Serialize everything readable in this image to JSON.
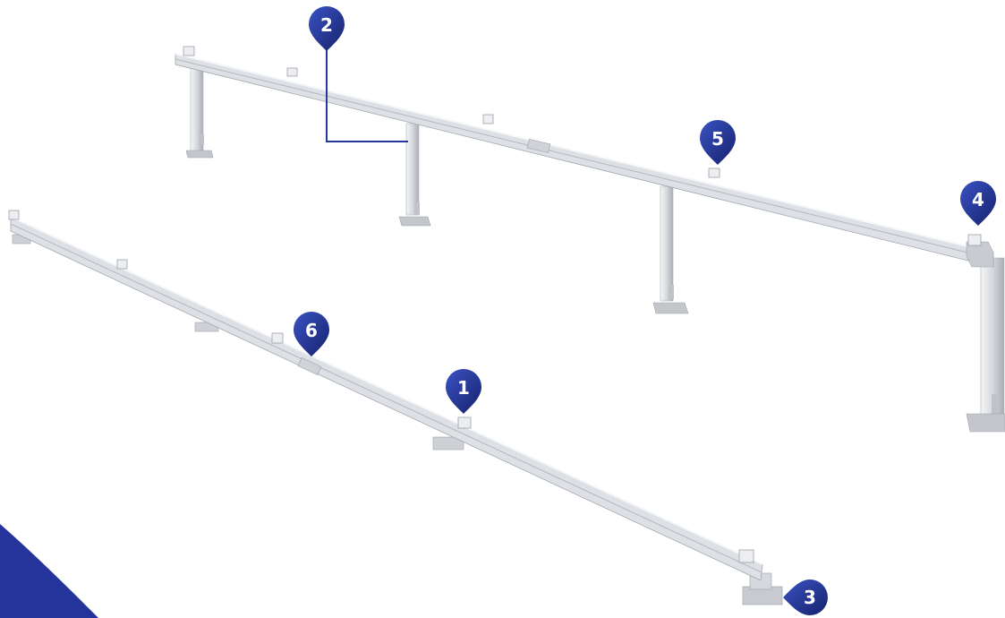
{
  "colors": {
    "marker": "#1c2a7e",
    "marker_highlight": "#2f46b5",
    "corner_accent": "#24349a",
    "leader_line": "#233a9c",
    "aluminium_light": "#e9ebee",
    "aluminium_mid": "#c9ccd1",
    "aluminium_dark": "#9ea3aa"
  },
  "markers": [
    {
      "id": "1",
      "label": "1",
      "points_to": "rail-clamp"
    },
    {
      "id": "2",
      "label": "2",
      "points_to": "support-leg"
    },
    {
      "id": "3",
      "label": "3",
      "points_to": "base-foot"
    },
    {
      "id": "4",
      "label": "4",
      "points_to": "end-clamp"
    },
    {
      "id": "5",
      "label": "5",
      "points_to": "mid-clamp"
    },
    {
      "id": "6",
      "label": "6",
      "points_to": "rail-splice"
    }
  ]
}
